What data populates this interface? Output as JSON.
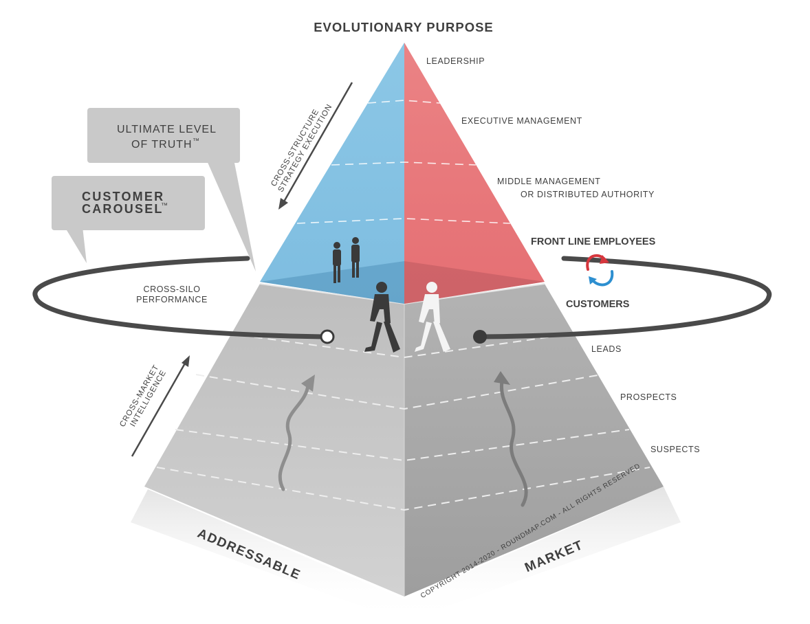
{
  "title": "EVOLUTIONARY PURPOSE",
  "upper_levels": [
    "LEADERSHIP",
    "EXECUTIVE MANAGEMENT",
    "MIDDLE MANAGEMENT",
    "OR DISTRIBUTED AUTHORITY"
  ],
  "front_line": "FRONT LINE EMPLOYEES",
  "customers": "CUSTOMERS",
  "lower_levels": [
    "LEADS",
    "PROSPECTS",
    "SUSPECTS"
  ],
  "callouts": {
    "truth_line1": "ULTIMATE LEVEL",
    "truth_line2": "OF TRUTH",
    "truth_tm": "™",
    "carousel_line1": "CUSTOMER",
    "carousel_line2": "CAROUSEL",
    "carousel_tm": "™"
  },
  "diagonals": {
    "strategy_line1": "CROSS-STRUCTURE",
    "strategy_line2": "STRATEGY EXECUTION",
    "intel_line1": "CROSS-MARKET",
    "intel_line2": "INTELLIGENCE"
  },
  "silo_line1": "CROSS-SILO",
  "silo_line2": "PERFORMANCE",
  "base_left": "ADDRESSABLE",
  "base_right": "MARKET",
  "copyright": "COPYRIGHT 2014-2020 - ROUNDMAP.COM - ALL RIGHTS RESERVED",
  "colors": {
    "left_top": "#87c3e3",
    "right_top": "#e8797c",
    "left_base": "#c6c6c6",
    "right_base": "#ababab",
    "ring": "#4a4a4a",
    "callout": "#c9c9c9",
    "text": "#3f3f3f"
  }
}
